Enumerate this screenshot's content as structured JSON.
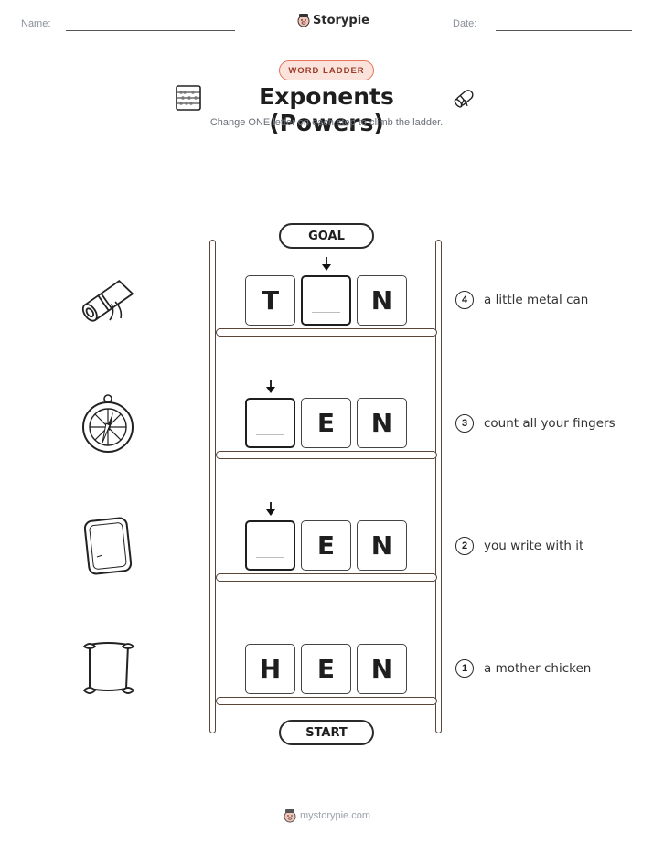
{
  "header": {
    "name_label": "Name:",
    "date_label": "Date:",
    "brand": "Storypie",
    "brand_icon": "pig-logo-icon"
  },
  "worksheet": {
    "badge": "WORD LADDER",
    "title": "Exponents (Powers)",
    "subtitle": "Change ONE letter on each step to climb the ladder.",
    "left_icon": "abacus-icon",
    "right_icon": "scroll-icon"
  },
  "ladder": {
    "goal_label": "GOAL",
    "start_label": "START",
    "steps": [
      {
        "number": "4",
        "clue": "a little metal can",
        "letters": [
          "T",
          "",
          "N"
        ],
        "picture": "rolled-scroll-icon"
      },
      {
        "number": "3",
        "clue": "count all your fingers",
        "letters": [
          "",
          "E",
          "N"
        ],
        "picture": "compass-icon"
      },
      {
        "number": "2",
        "clue": "you write with it",
        "letters": [
          "",
          "E",
          "N"
        ],
        "picture": "eraser-tablet-icon"
      },
      {
        "number": "1",
        "clue": "a mother chicken",
        "letters": [
          "H",
          "E",
          "N"
        ],
        "picture": "parchment-icon"
      }
    ]
  },
  "footer": {
    "site": "mystorypie.com"
  },
  "colors": {
    "badge_border": "#e3735c",
    "badge_fill": "#fbe3dc",
    "ladder_wood": "#5a4537"
  }
}
